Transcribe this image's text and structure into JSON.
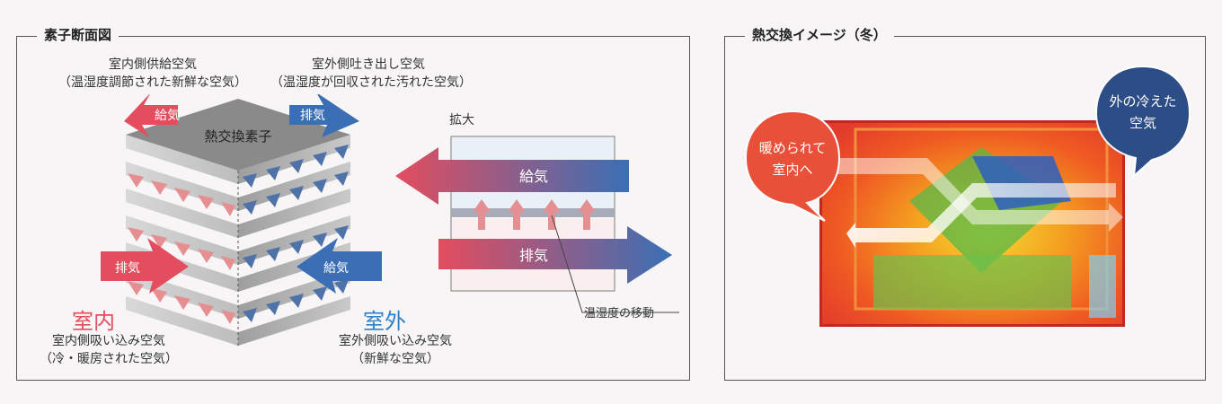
{
  "left_panel": {
    "title": "素子断面図",
    "supply_top": {
      "line1": "室内側供給空気",
      "line2": "（温湿度調節された新鮮な空気）"
    },
    "exhaust_top": {
      "line1": "室外側吐き出し空気",
      "line2": "（温湿度が回収された汚れた空気）"
    },
    "core_label": "熱交換素子",
    "arrow_supply": "給気",
    "arrow_exhaust": "排気",
    "indoor": {
      "title": "室内",
      "line1": "室内側吸い込み空気",
      "line2": "（冷・暖房された空気）"
    },
    "outdoor": {
      "title": "室外",
      "line1": "室外側吸い込み空気",
      "line2": "（新鮮な空気）"
    },
    "zoom": {
      "title": "拡大",
      "supply": "給気",
      "exhaust": "排気",
      "transfer": "温湿度の移動"
    }
  },
  "right_panel": {
    "title": "熱交換イメージ（冬）",
    "warm_bubble": {
      "line1": "暖められて",
      "line2": "室内へ"
    },
    "cold_bubble": {
      "line1": "外の冷えた",
      "line2": "空気"
    }
  },
  "colors": {
    "red": "#e34d5e",
    "blue": "#3b6fb5"
  }
}
